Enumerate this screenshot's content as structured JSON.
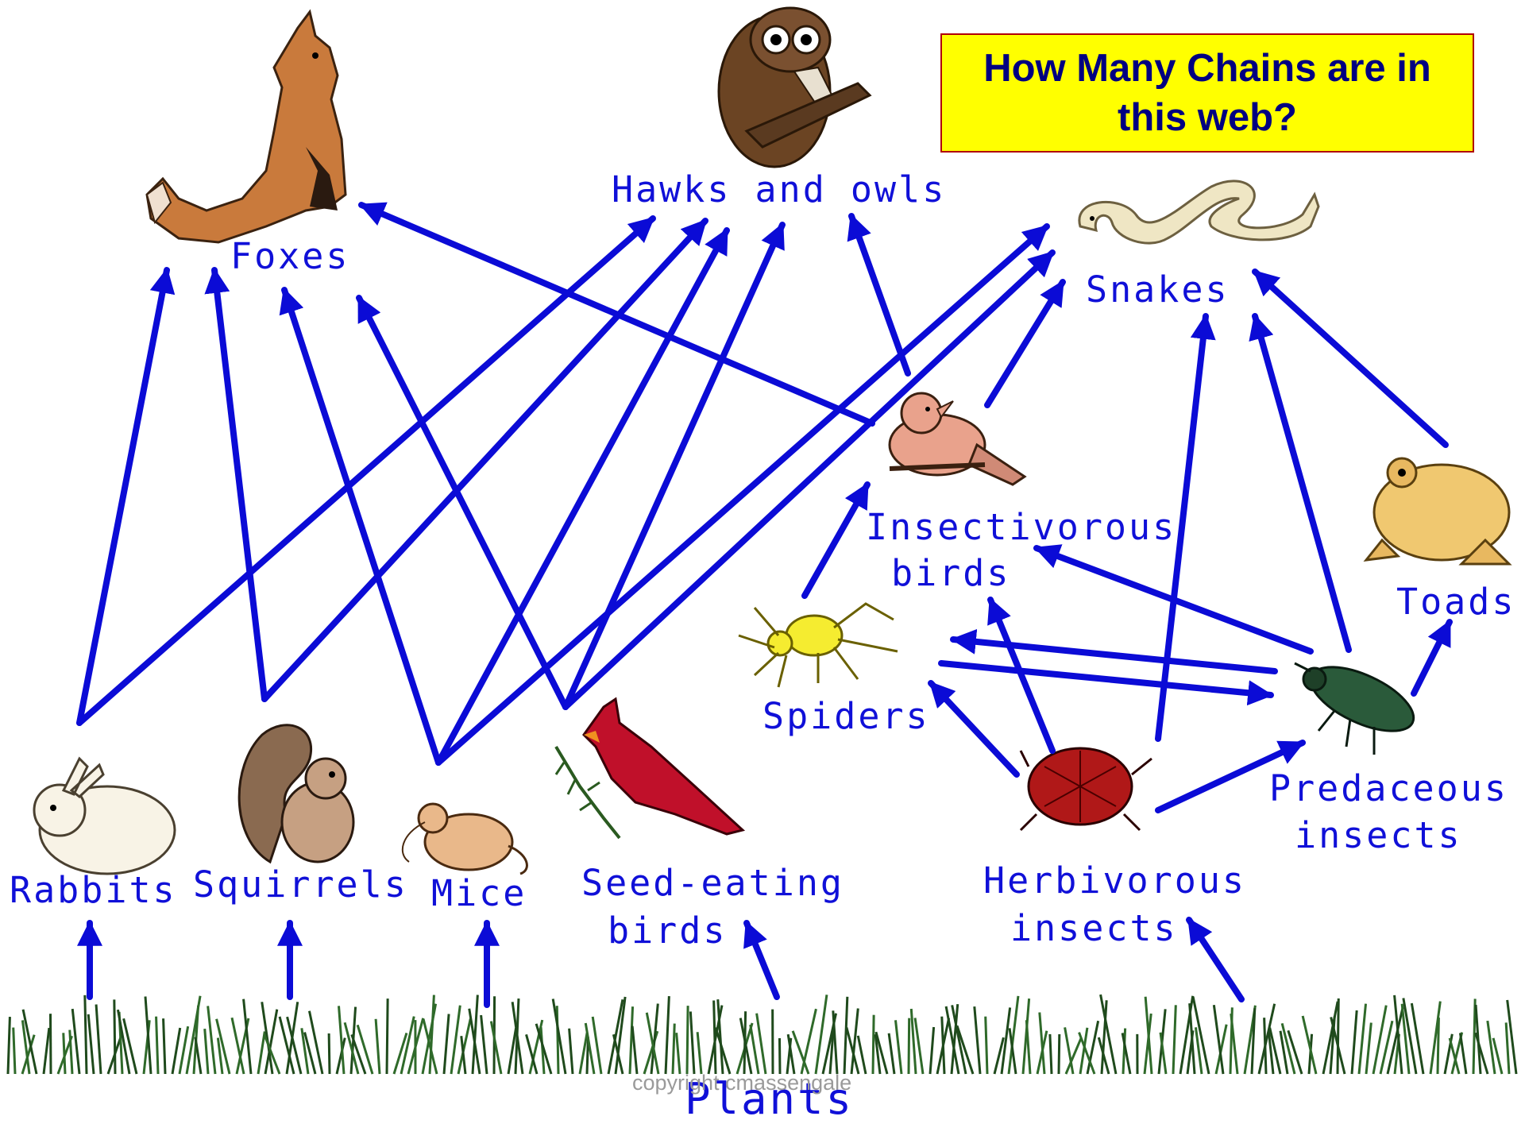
{
  "question": "How Many Chains are in this web?",
  "labels": {
    "foxes": "Foxes",
    "hawks_owls": "Hawks and owls",
    "snakes": "Snakes",
    "insectivorous_birds_1": "Insectivorous",
    "insectivorous_birds_2": "birds",
    "spiders": "Spiders",
    "toads": "Toads",
    "predaceous_insects_1": "Predaceous",
    "predaceous_insects_2": "insects",
    "rabbits": "Rabbits",
    "squirrels": "Squirrels",
    "mice": "Mice",
    "seed_eating_birds_1": "Seed-eating",
    "seed_eating_birds_2": "birds",
    "herbivorous_insects_1": "Herbivorous",
    "herbivorous_insects_2": "insects",
    "plants": "Plants"
  },
  "copyright": "copyright cmassengale",
  "colors": {
    "arrow": "#0b0bd6",
    "label": "#1010d8",
    "question_bg": "#ffff00",
    "question_text": "#000080"
  },
  "icons": [
    "fox-icon",
    "owl-icon",
    "snake-icon",
    "bird-icon",
    "spider-icon",
    "toad-icon",
    "beetle-icon",
    "rabbit-icon",
    "squirrel-icon",
    "mouse-icon",
    "cardinal-icon",
    "grass-icon"
  ]
}
